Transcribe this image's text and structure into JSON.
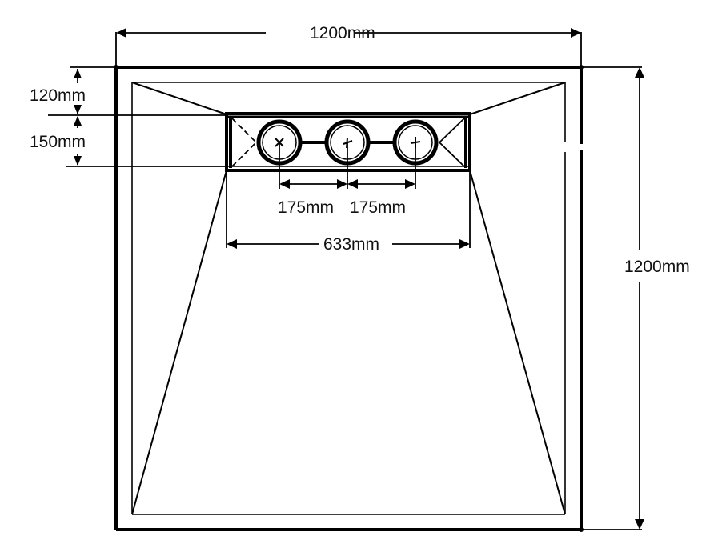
{
  "drawing": {
    "title": "Shower tray dimension drawing",
    "colors": {
      "line": "#000000",
      "background": "#ffffff"
    },
    "dimensions": {
      "overall_width": "1200mm",
      "overall_height": "1200mm",
      "top_offset": "120mm",
      "channel_depth": "150mm",
      "waste_spacing_left": "175mm",
      "waste_spacing_right": "175mm",
      "channel_width": "633mm"
    },
    "components": {
      "outer_tray": "outer-rectangle",
      "inner_tray": "inner-rectangle",
      "drain_channel": "rectangular-channel",
      "wastes": [
        {
          "name": "waste-1",
          "position": "left"
        },
        {
          "name": "waste-2",
          "position": "center"
        },
        {
          "name": "waste-3",
          "position": "right"
        }
      ]
    }
  }
}
